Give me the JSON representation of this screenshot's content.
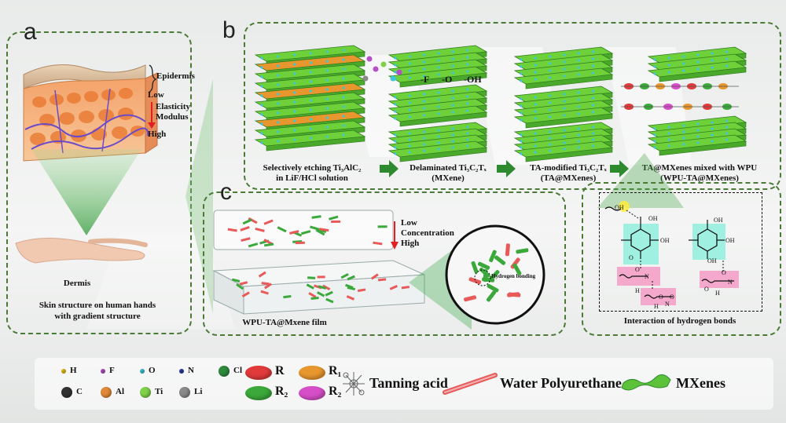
{
  "panels": {
    "a": {
      "label": "a",
      "epidermis": "Epidermis",
      "low": "Low",
      "elasticity": "Elasticity",
      "modulus": "Modulus",
      "high": "High",
      "dermis": "Dermis",
      "caption_line1": "Skin structure on human hands",
      "caption_line2": "with gradient structure"
    },
    "b": {
      "label": "b",
      "groups": [
        "-F",
        "-O",
        "-OH"
      ],
      "step1_line1": "Selectively etching Ti₃AlC₂",
      "step1_line2": "in LiF/HCl solution",
      "step2_line1": "Delaminated Ti₃C₂Tₓ",
      "step2_line2": "(MXene)",
      "step3_line1": "TA-modified Ti₃C₂Tₓ",
      "step3_line2": "(TA@MXenes)",
      "step4_line1": "TA@MXenes mixed with WPU",
      "step4_line2": "(WPU-TA@MXenes)"
    },
    "c": {
      "label": "c",
      "low": "Low",
      "concentration": "Concentration",
      "high": "High",
      "hydrogen_bonding": "Hydrogen bonding",
      "film_caption": "WPU-TA@Mxene film"
    },
    "hbond": {
      "caption": "Interaction of hydrogen bonds",
      "atoms": [
        "OH",
        "OH",
        "OH",
        "O",
        "O",
        "N",
        "H",
        "O",
        "O",
        "N",
        "H",
        "OH",
        "OH",
        "OH",
        "O",
        "O",
        "N",
        "H"
      ]
    }
  },
  "legend": {
    "atoms": [
      {
        "symbol": "H",
        "color": "#e8c21a"
      },
      {
        "symbol": "F",
        "color": "#b44fc8"
      },
      {
        "symbol": "O",
        "color": "#3ec6d6"
      },
      {
        "symbol": "N",
        "color": "#2a3ea8"
      },
      {
        "symbol": "Cl",
        "color": "#2e8a3e"
      },
      {
        "symbol": "C",
        "color": "#333333"
      },
      {
        "symbol": "Al",
        "color": "#e0893a"
      },
      {
        "symbol": "Ti",
        "color": "#7fd14a"
      },
      {
        "symbol": "Li",
        "color": "#8a8a8a"
      }
    ],
    "groups": [
      {
        "symbol": "R",
        "color": "#e03a3a"
      },
      {
        "symbol": "R₁",
        "color": "#e8962e"
      },
      {
        "symbol": "R₂",
        "color": "#3aa83a"
      },
      {
        "symbol": "R₂",
        "color": "#d64fc8"
      }
    ],
    "materials": [
      "Tanning acid",
      "Water Polyurethane",
      "MXenes"
    ]
  }
}
